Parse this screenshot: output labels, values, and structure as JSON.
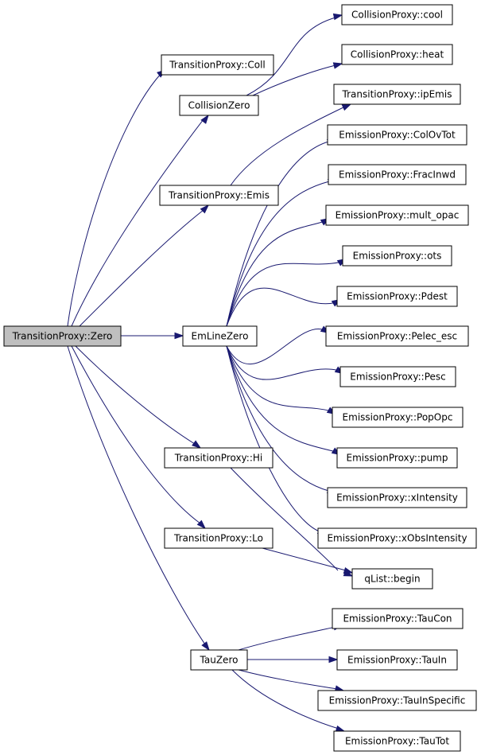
{
  "nodes": [
    {
      "id": "root",
      "label": "TransitionProxy::Zero",
      "root": true
    },
    {
      "id": "tp_coll",
      "label": "TransitionProxy::Coll"
    },
    {
      "id": "coll_zero",
      "label": "CollisionZero"
    },
    {
      "id": "cp_cool",
      "label": "CollisionProxy::cool"
    },
    {
      "id": "cp_heat",
      "label": "CollisionProxy::heat"
    },
    {
      "id": "tp_ipemis",
      "label": "TransitionProxy::ipEmis"
    },
    {
      "id": "tp_emis",
      "label": "TransitionProxy::Emis"
    },
    {
      "id": "ep_colovtot",
      "label": "EmissionProxy::ColOvTot"
    },
    {
      "id": "ep_fracinwd",
      "label": "EmissionProxy::FracInwd"
    },
    {
      "id": "ep_multopac",
      "label": "EmissionProxy::mult_opac"
    },
    {
      "id": "ep_ots",
      "label": "EmissionProxy::ots"
    },
    {
      "id": "ep_pdest",
      "label": "EmissionProxy::Pdest"
    },
    {
      "id": "emline",
      "label": "EmLineZero"
    },
    {
      "id": "ep_pelec",
      "label": "EmissionProxy::Pelec_esc"
    },
    {
      "id": "ep_pesc",
      "label": "EmissionProxy::Pesc"
    },
    {
      "id": "ep_popopc",
      "label": "EmissionProxy::PopOpc"
    },
    {
      "id": "ep_pump",
      "label": "EmissionProxy::pump"
    },
    {
      "id": "tp_hi",
      "label": "TransitionProxy::Hi"
    },
    {
      "id": "ep_xint",
      "label": "EmissionProxy::xIntensity"
    },
    {
      "id": "ep_xobs",
      "label": "EmissionProxy::xObsIntensity"
    },
    {
      "id": "tp_lo",
      "label": "TransitionProxy::Lo"
    },
    {
      "id": "qlist",
      "label": "qList::begin"
    },
    {
      "id": "ep_taucon",
      "label": "EmissionProxy::TauCon"
    },
    {
      "id": "tauzero",
      "label": "TauZero"
    },
    {
      "id": "ep_tauin",
      "label": "EmissionProxy::TauIn"
    },
    {
      "id": "ep_tauinspec",
      "label": "EmissionProxy::TauInSpecific"
    },
    {
      "id": "ep_tautot",
      "label": "EmissionProxy::TauTot"
    }
  ],
  "edges": [
    {
      "from": "root",
      "to": "tp_coll"
    },
    {
      "from": "root",
      "to": "coll_zero"
    },
    {
      "from": "root",
      "to": "tp_emis"
    },
    {
      "from": "root",
      "to": "emline"
    },
    {
      "from": "root",
      "to": "tp_hi"
    },
    {
      "from": "root",
      "to": "tp_lo"
    },
    {
      "from": "root",
      "to": "tauzero"
    },
    {
      "from": "coll_zero",
      "to": "cp_cool"
    },
    {
      "from": "coll_zero",
      "to": "cp_heat"
    },
    {
      "from": "tp_emis",
      "to": "tp_ipemis"
    },
    {
      "from": "emline",
      "to": "ep_colovtot"
    },
    {
      "from": "emline",
      "to": "ep_fracinwd"
    },
    {
      "from": "emline",
      "to": "ep_multopac"
    },
    {
      "from": "emline",
      "to": "ep_ots"
    },
    {
      "from": "emline",
      "to": "ep_pdest"
    },
    {
      "from": "emline",
      "to": "ep_pelec"
    },
    {
      "from": "emline",
      "to": "ep_pesc"
    },
    {
      "from": "emline",
      "to": "ep_popopc"
    },
    {
      "from": "emline",
      "to": "ep_pump"
    },
    {
      "from": "emline",
      "to": "ep_xint"
    },
    {
      "from": "emline",
      "to": "ep_xobs"
    },
    {
      "from": "tp_hi",
      "to": "qlist"
    },
    {
      "from": "tp_lo",
      "to": "qlist"
    },
    {
      "from": "tauzero",
      "to": "ep_taucon"
    },
    {
      "from": "tauzero",
      "to": "ep_tauin"
    },
    {
      "from": "tauzero",
      "to": "ep_tauinspec"
    },
    {
      "from": "tauzero",
      "to": "ep_tautot"
    }
  ]
}
